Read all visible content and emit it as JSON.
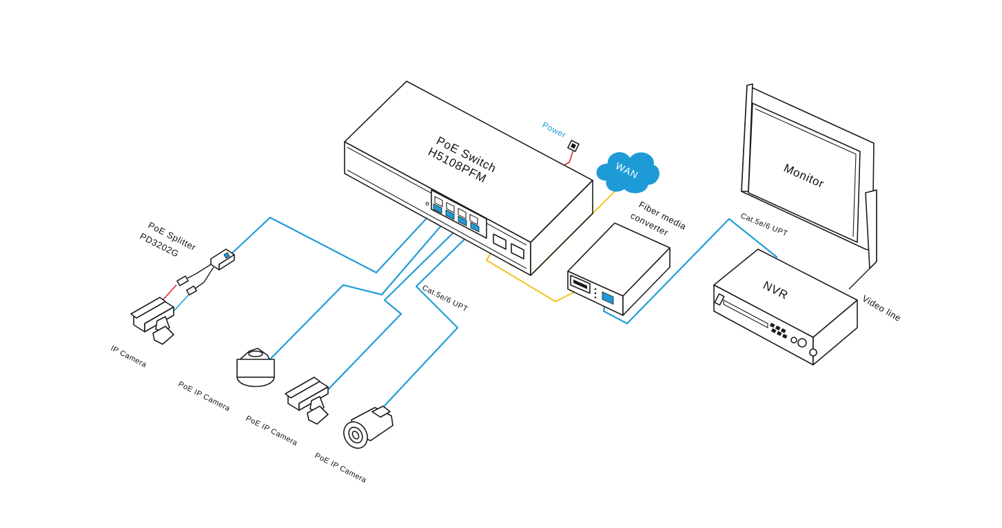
{
  "diagram": {
    "switch": {
      "label_line1": "PoE Switch",
      "label_line2": "H5108PFM"
    },
    "power_label": "Power",
    "wan_label": "WAN",
    "fiber_converter": {
      "label_line1": "Fiber media",
      "label_line2": "converter"
    },
    "monitor_label": "Monitor",
    "nvr_label": "NVR",
    "video_line_label": "Video line",
    "cable_label_nvr": "Cat.5e/6 UPT",
    "cable_label_camera": "Cat.5e/6 UPT",
    "splitter": {
      "label_line1": "PoE Splitter",
      "label_line2": "PD3202G"
    },
    "camera_labels": [
      "IP Camera",
      "PoE IP Camera",
      "PoE IP Camera",
      "PoE IP Camera"
    ],
    "colors": {
      "poe_cable": "#1e9bd7",
      "fiber_cable": "#f5c531",
      "power_cable": "#e0262b",
      "wan_cloud": "#1e9bd7"
    }
  }
}
